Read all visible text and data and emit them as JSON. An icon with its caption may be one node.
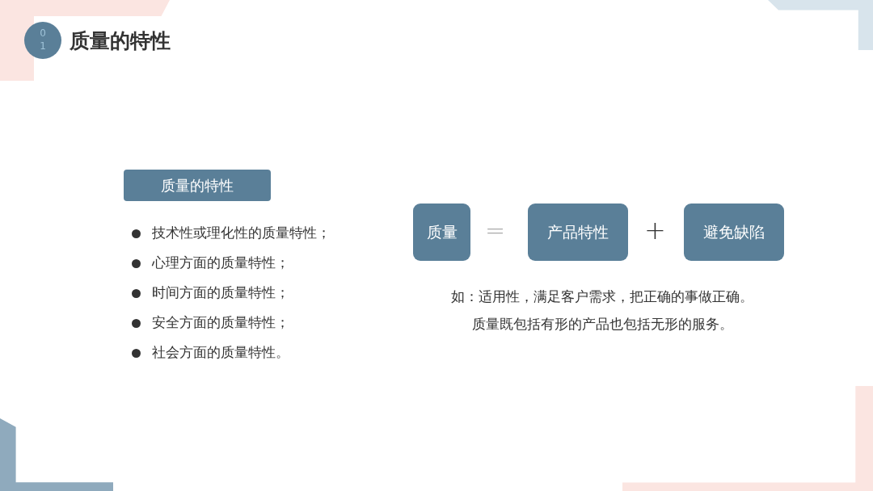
{
  "diagram": {
    "title": "质量的特性",
    "nodes": [
      {
        "text": [
          "01"
        ]
      },
      {
        "text": [
          "质量的特性"
        ]
      },
      {
        "text": [
          "质量"
        ]
      },
      {
        "text": [
          "产品特性"
        ]
      },
      {
        "text": [
          "避免缺陷"
        ]
      }
    ],
    "labels": [
      "技术性或理化性的质量特性；",
      "心理方面的质量特性；",
      "时间方面的质量特性；",
      "安全方面的质量特性；",
      "社会方面的质量特性。",
      "=",
      "+",
      "如：适用性，满足客户需求，把正确的事做正确。",
      "质量既包括有形的产品也包括无形的服务。"
    ]
  }
}
